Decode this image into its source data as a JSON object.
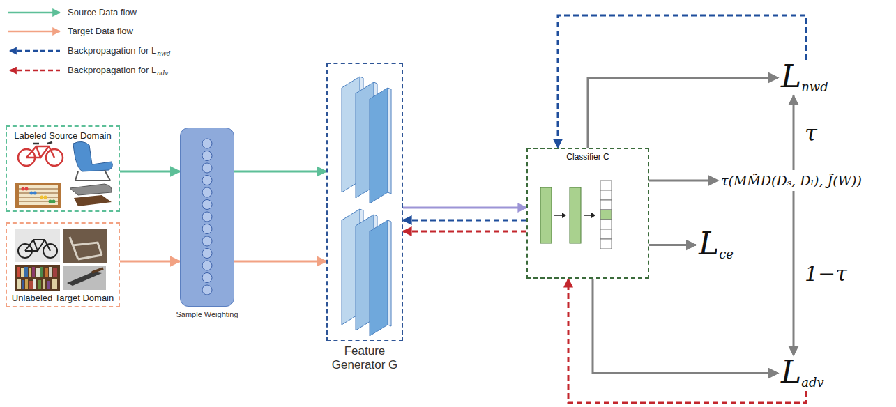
{
  "diagram": {
    "nodes": [
      {
        "text": [
          "Labeled Source Domain"
        ]
      },
      {
        "text": [
          "Unlabeled Target Domain"
        ]
      },
      {
        "text": [
          "Sample Weighting"
        ]
      },
      {
        "text": [
          "Feature Generator G"
        ]
      },
      {
        "text": [
          "Classifier C"
        ]
      },
      {
        "text": [
          "L",
          "nwd"
        ]
      },
      {
        "text": [
          "τ(MM̃D(Dₛ, Dₗ), J̃(W))"
        ]
      },
      {
        "text": [
          "L",
          "ce"
        ]
      },
      {
        "text": [
          "L",
          "adv"
        ]
      }
    ],
    "edges": [
      {
        "from": 0,
        "to": 2,
        "arrow": "to"
      },
      {
        "from": 1,
        "to": 2,
        "arrow": "to"
      },
      {
        "from": 2,
        "to": 3,
        "arrow": "to"
      },
      {
        "from": 2,
        "to": 3,
        "arrow": "to"
      },
      {
        "from": 3,
        "to": 4,
        "arrow": "to"
      },
      {
        "from": 5,
        "to": 4,
        "arrow": "to"
      },
      {
        "from": 4,
        "to": 3,
        "arrow": "to"
      },
      {
        "from": 8,
        "to": 4,
        "arrow": "to"
      },
      {
        "from": 4,
        "to": 3,
        "arrow": "to"
      },
      {
        "from": 4,
        "to": 5,
        "arrow": "to"
      },
      {
        "from": 4,
        "to": 6,
        "arrow": "to"
      },
      {
        "from": 4,
        "to": 7,
        "arrow": "to"
      },
      {
        "from": 4,
        "to": 8,
        "arrow": "to"
      },
      {
        "from": 6,
        "to": 5,
        "arrow": "to",
        "label": "τ"
      },
      {
        "from": 6,
        "to": 8,
        "arrow": "to",
        "label": "1−τ"
      }
    ],
    "labels": [
      "nwd",
      "adv"
    ],
    "legend": [
      {
        "text": "Source Data flow"
      },
      {
        "text": "Target Data flow"
      },
      {
        "text": "Backpropagation for L"
      },
      {
        "text": "Backpropagation for L"
      }
    ]
  }
}
